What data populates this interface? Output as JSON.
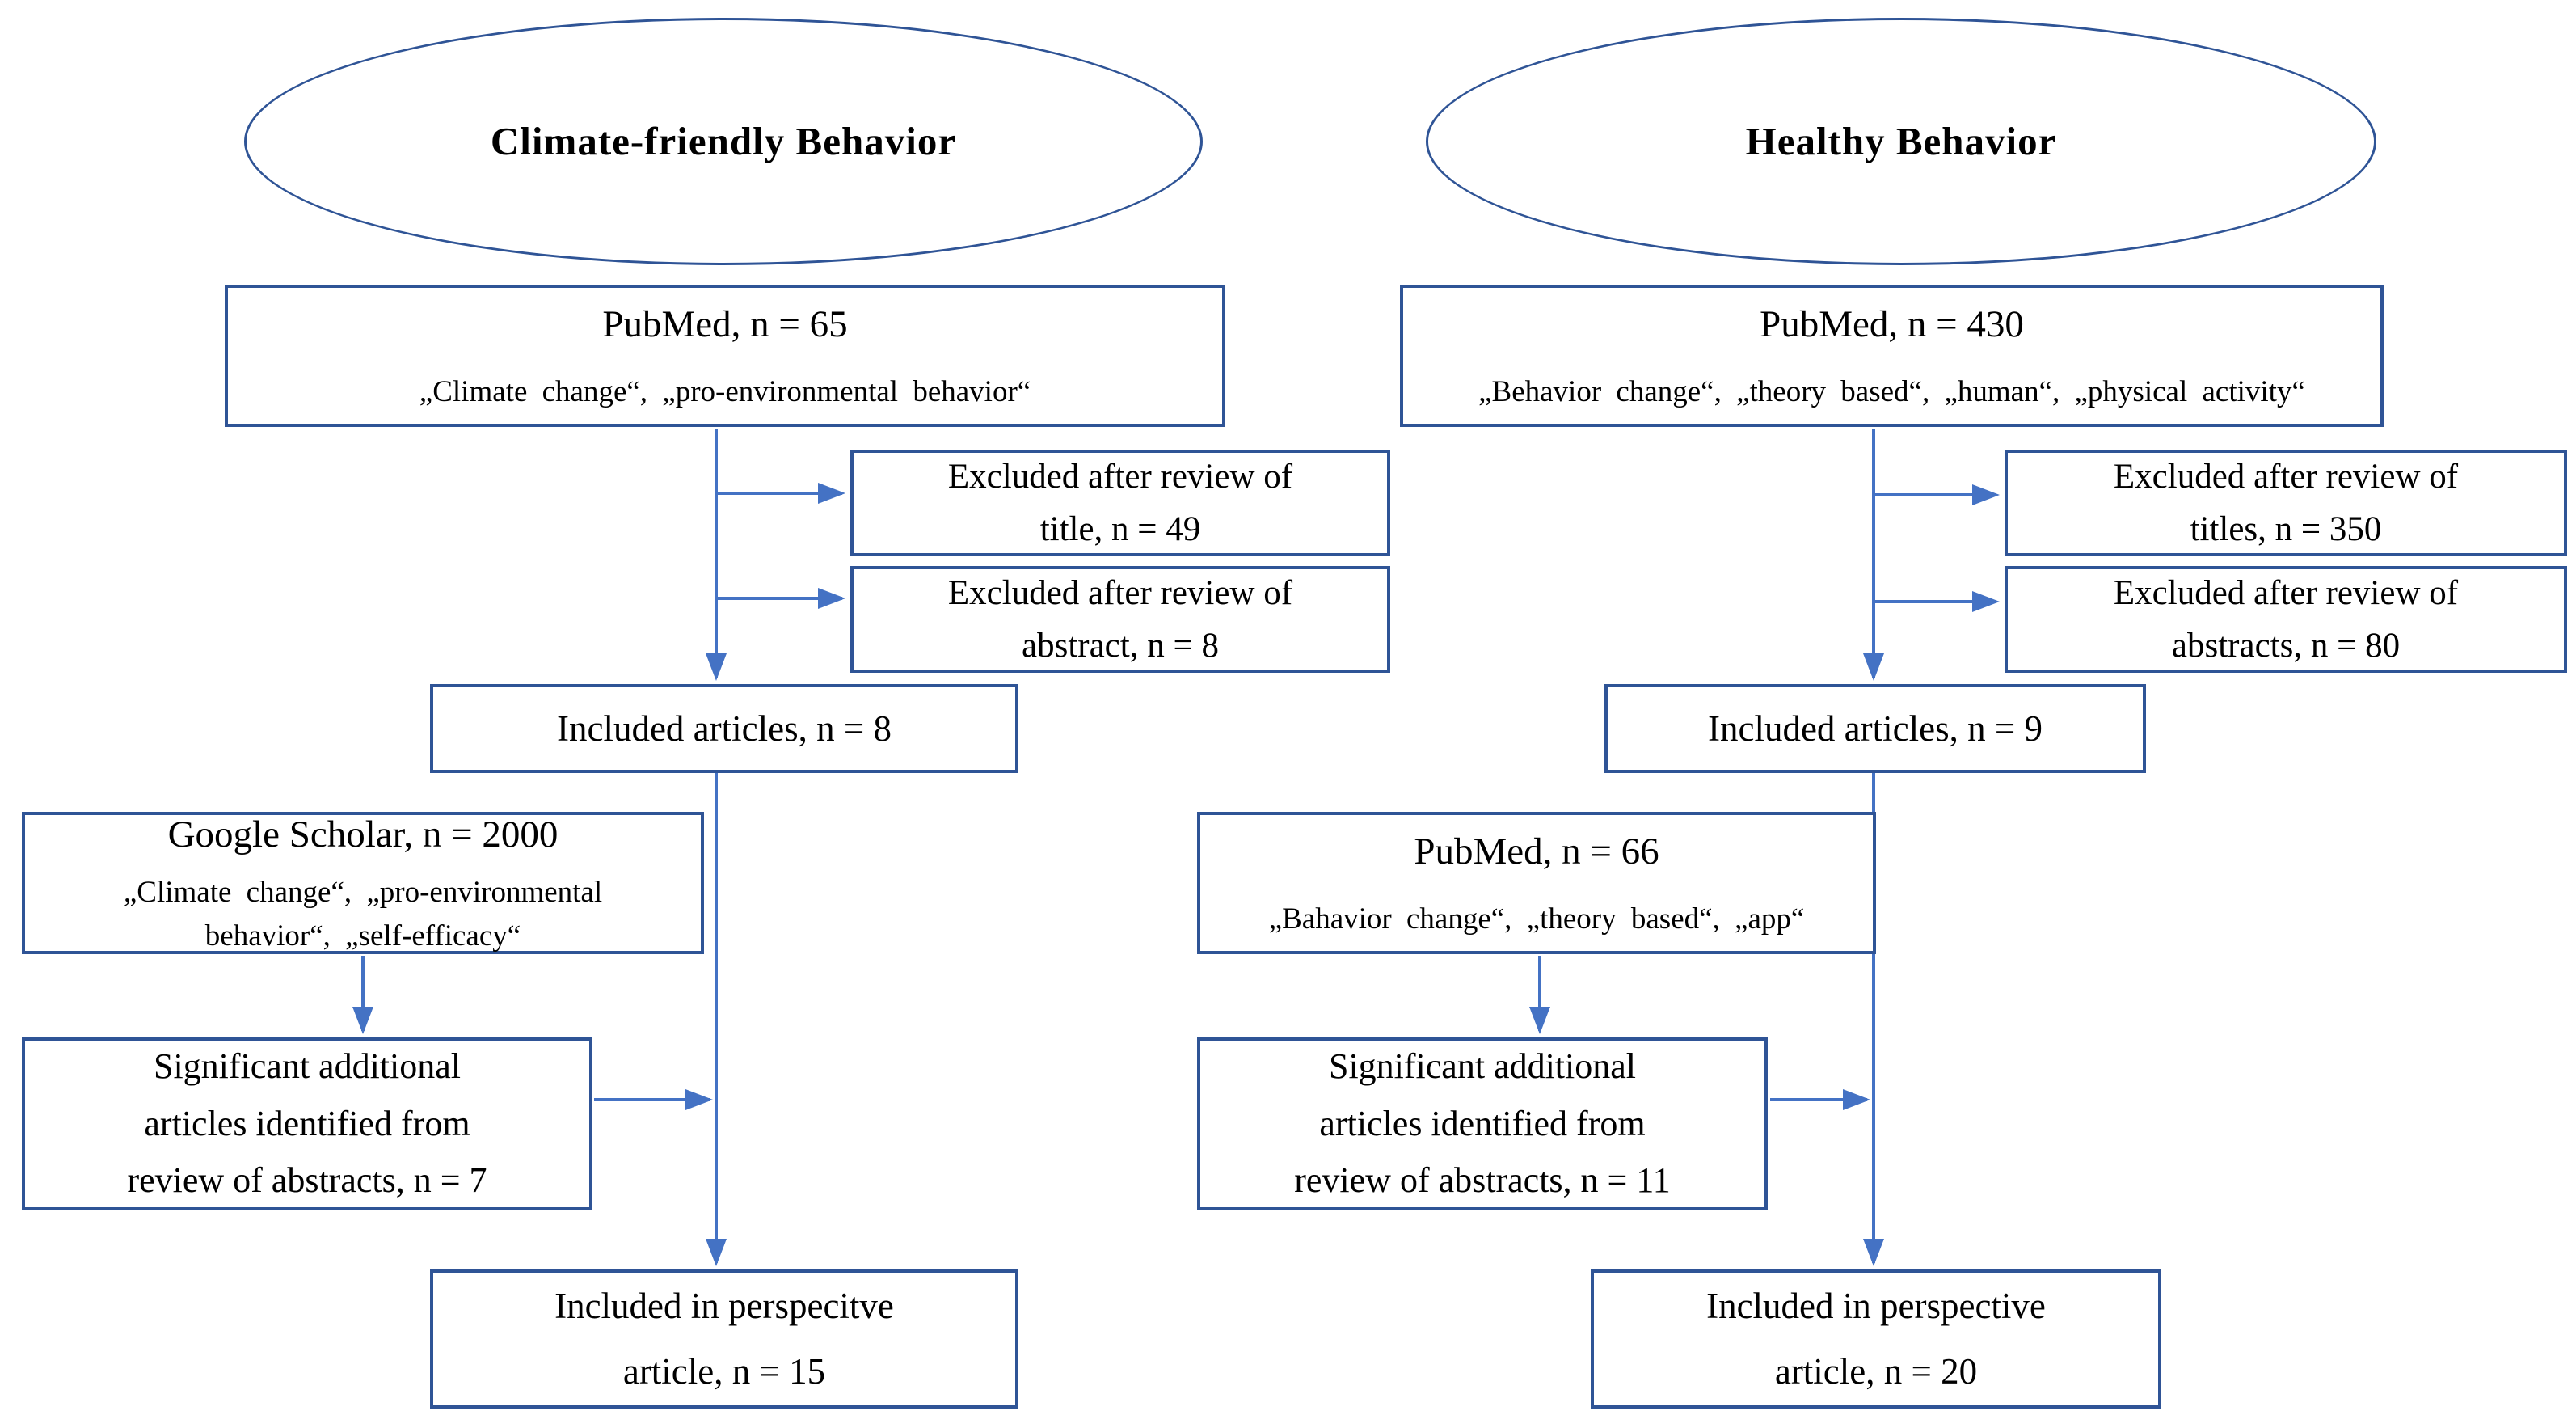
{
  "diagram": {
    "type": "flowchart",
    "colors": {
      "node_border": "#2F5496",
      "arrow": "#4472C4",
      "text": "#000000",
      "background": "#FFFFFF"
    },
    "left": {
      "ellipse_label": "Climate-friendly Behavior",
      "pubmed": {
        "title": "PubMed, n = 65",
        "keywords": "„Climate change“, „pro-environmental behavior“"
      },
      "excluded_title": {
        "lines": [
          "Excluded after review of",
          "title, n = 49"
        ]
      },
      "excluded_abstract": {
        "lines": [
          "Excluded after review of",
          "abstract, n = 8"
        ]
      },
      "included": {
        "label": "Included articles, n = 8"
      },
      "scholar": {
        "title": "Google Scholar, n = 2000",
        "keywords_lines": [
          "„Climate change“, „pro-environmental",
          "behavior“, „self-efficacy“"
        ]
      },
      "significant": {
        "lines": [
          "Significant additional",
          "articles identified from",
          "review of abstracts, n = 7"
        ]
      },
      "final": {
        "lines": [
          "Included in perspecitve",
          "article, n = 15"
        ]
      }
    },
    "right": {
      "ellipse_label": "Healthy Behavior",
      "pubmed": {
        "title": "PubMed, n = 430",
        "keywords": "„Behavior change“, „theory based“, „human“, „physical activity“"
      },
      "excluded_title": {
        "lines": [
          "Excluded after review of",
          "titles, n = 350"
        ]
      },
      "excluded_abstract": {
        "lines": [
          "Excluded after review of",
          "abstracts, n = 80"
        ]
      },
      "included": {
        "label": "Included articles, n = 9"
      },
      "pubmed2": {
        "title": "PubMed, n = 66",
        "keywords_lines": [
          "„Bahavior change“, „theory based“, „app“"
        ]
      },
      "significant": {
        "lines": [
          "Significant additional",
          "articles identified from",
          "review of abstracts, n = 11"
        ]
      },
      "final": {
        "lines": [
          "Included in perspective",
          "article, n = 20"
        ]
      }
    }
  }
}
